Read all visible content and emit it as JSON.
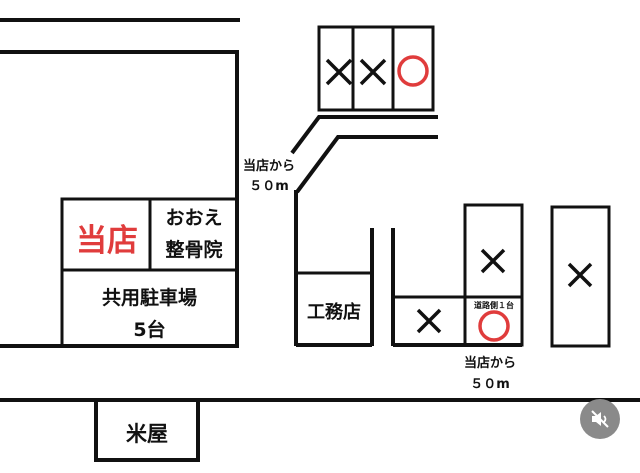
{
  "colors": {
    "line": "#111111",
    "accent": "#e03c3c",
    "mute_bg": "#8a8a8a"
  },
  "left_block": {
    "our_shop": "当店",
    "neighbor": [
      "おおえ",
      "整骨院"
    ],
    "shared_parking": [
      "共用駐車場",
      "5台"
    ]
  },
  "construction_shop": "工務店",
  "rice_shop": "米屋",
  "distance_label_upper": [
    "当店から",
    "５０m"
  ],
  "distance_label_lower": [
    "当店から",
    "５０m"
  ],
  "road_side_note": "道路側１台",
  "marks": {
    "unavailable": "×",
    "available": "○"
  },
  "mute_button_icon": "speaker-muted-icon"
}
